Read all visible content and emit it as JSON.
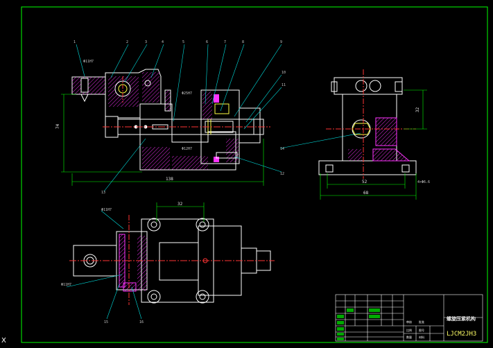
{
  "drawing": {
    "title_block": {
      "drawing_name": "螺旋压紧机构",
      "drawing_code": "LJCM2JH3",
      "small_cells": [
        "审核",
        "批准",
        "比例",
        "图号",
        "数量",
        "材料"
      ]
    },
    "dimensions": {
      "front_overall_length": "138",
      "front_height": "74",
      "side_width_inner": "52",
      "side_width_outer": "68",
      "side_height": "32",
      "side_hole_note": "4×Φ6.6",
      "top_width": "32",
      "phi_callouts": [
        "Φ11H7",
        "Φ25H7",
        "Φ12H7",
        "Φ11H7",
        "Φ11H7"
      ]
    },
    "part_numbers": [
      "1",
      "2",
      "3",
      "4",
      "5",
      "6",
      "7",
      "8",
      "9",
      "10",
      "11",
      "12",
      "13",
      "14",
      "15",
      "16"
    ],
    "colors": {
      "background": "#000000",
      "outline": "#ffffff",
      "border": "#00ff00",
      "hatch": "#ff33ff",
      "leader": "#00e0e0",
      "dimension": "#00ff00",
      "centerline": "#ff3333",
      "accent_yellow": "#ffff44"
    },
    "corner_mark": "X"
  }
}
